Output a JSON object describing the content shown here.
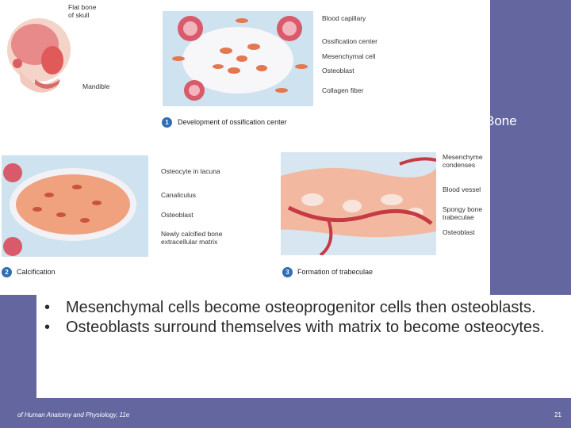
{
  "header": {
    "title_fragment": "Bone"
  },
  "figure": {
    "skull": {
      "label_flat_bone": "Flat bone of skull",
      "label_mandible": "Mandible"
    },
    "panel1": {
      "number": "1",
      "caption": "Development of ossification center",
      "labels": [
        "Blood capillary",
        "Ossification center",
        "Mesenchymal cell",
        "Osteoblast",
        "Collagen fiber"
      ]
    },
    "panel2": {
      "number": "2",
      "caption": "Calcification",
      "labels": [
        "Osteocyte in lacuna",
        "Canaliculus",
        "Osteoblast",
        "Newly calcified bone extracellular matrix"
      ]
    },
    "panel3": {
      "number": "3",
      "caption": "Formation of trabeculae",
      "labels": [
        "Mesenchyme condenses",
        "Blood vessel",
        "Spongy bone trabeculae",
        "Osteoblast"
      ]
    }
  },
  "bullets": [
    "Mesenchymal cells become osteoprogenitor cells then osteoblasts.",
    "Osteoblasts surround themselves with matrix to become osteocytes."
  ],
  "bullet_char": "•",
  "footer": {
    "left": "of Human Anatomy and Physiology, 11e",
    "page_number": "21"
  },
  "colors": {
    "background": "#6466a0",
    "number_badge": "#2f6db5",
    "bone": "#e89a7a",
    "vessel": "#c94b5a"
  }
}
